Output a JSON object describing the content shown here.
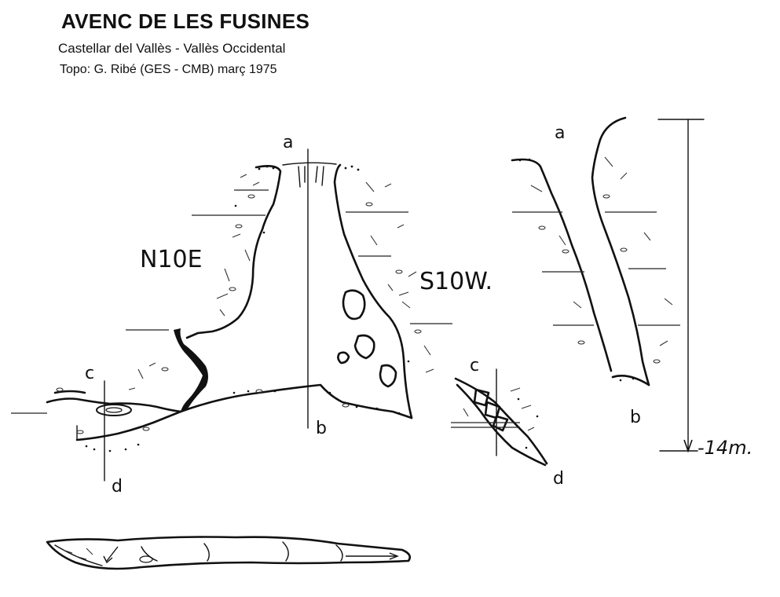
{
  "header": {
    "title": "AVENC DE LES FUSINES",
    "subtitle": "Castellar del Vallès - Vallès Occidental",
    "credit": "Topo: G. Ribé  (GES - CMB)  març 1975"
  },
  "profile_ab": {
    "point_a": "a",
    "point_b": "b",
    "point_c": "c",
    "point_d": "d",
    "orientation_left": "N10E",
    "orientation_right": "S10W."
  },
  "section_cd": {
    "point_c": "c",
    "point_d": "d"
  },
  "section_ab": {
    "point_a": "a",
    "point_b": "b"
  },
  "depth_scale": {
    "label": "-14m."
  }
}
